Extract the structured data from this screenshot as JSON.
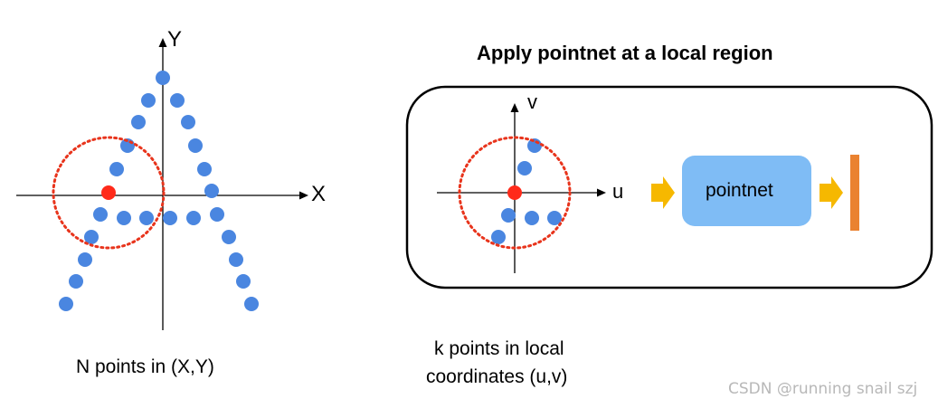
{
  "title": "Apply pointnet at a local region",
  "left_panel": {
    "x_axis_label": "X",
    "y_axis_label": "Y",
    "caption": "N points in (X,Y)"
  },
  "right_panel": {
    "u_axis_label": "u",
    "v_axis_label": "v",
    "network_label": "pointnet",
    "caption_line1": "k points in local",
    "caption_line2": "coordinates (u,v)"
  },
  "watermark": "CSDN @running snail szj",
  "colors": {
    "point": "#4a86e0",
    "center_point": "#ff2a1a",
    "region_circle": "#e8341c",
    "pointnet_box": "#7fbcf5",
    "arrow": "#f6b800",
    "feature_bar": "#ea8230",
    "frame": "#000000"
  }
}
